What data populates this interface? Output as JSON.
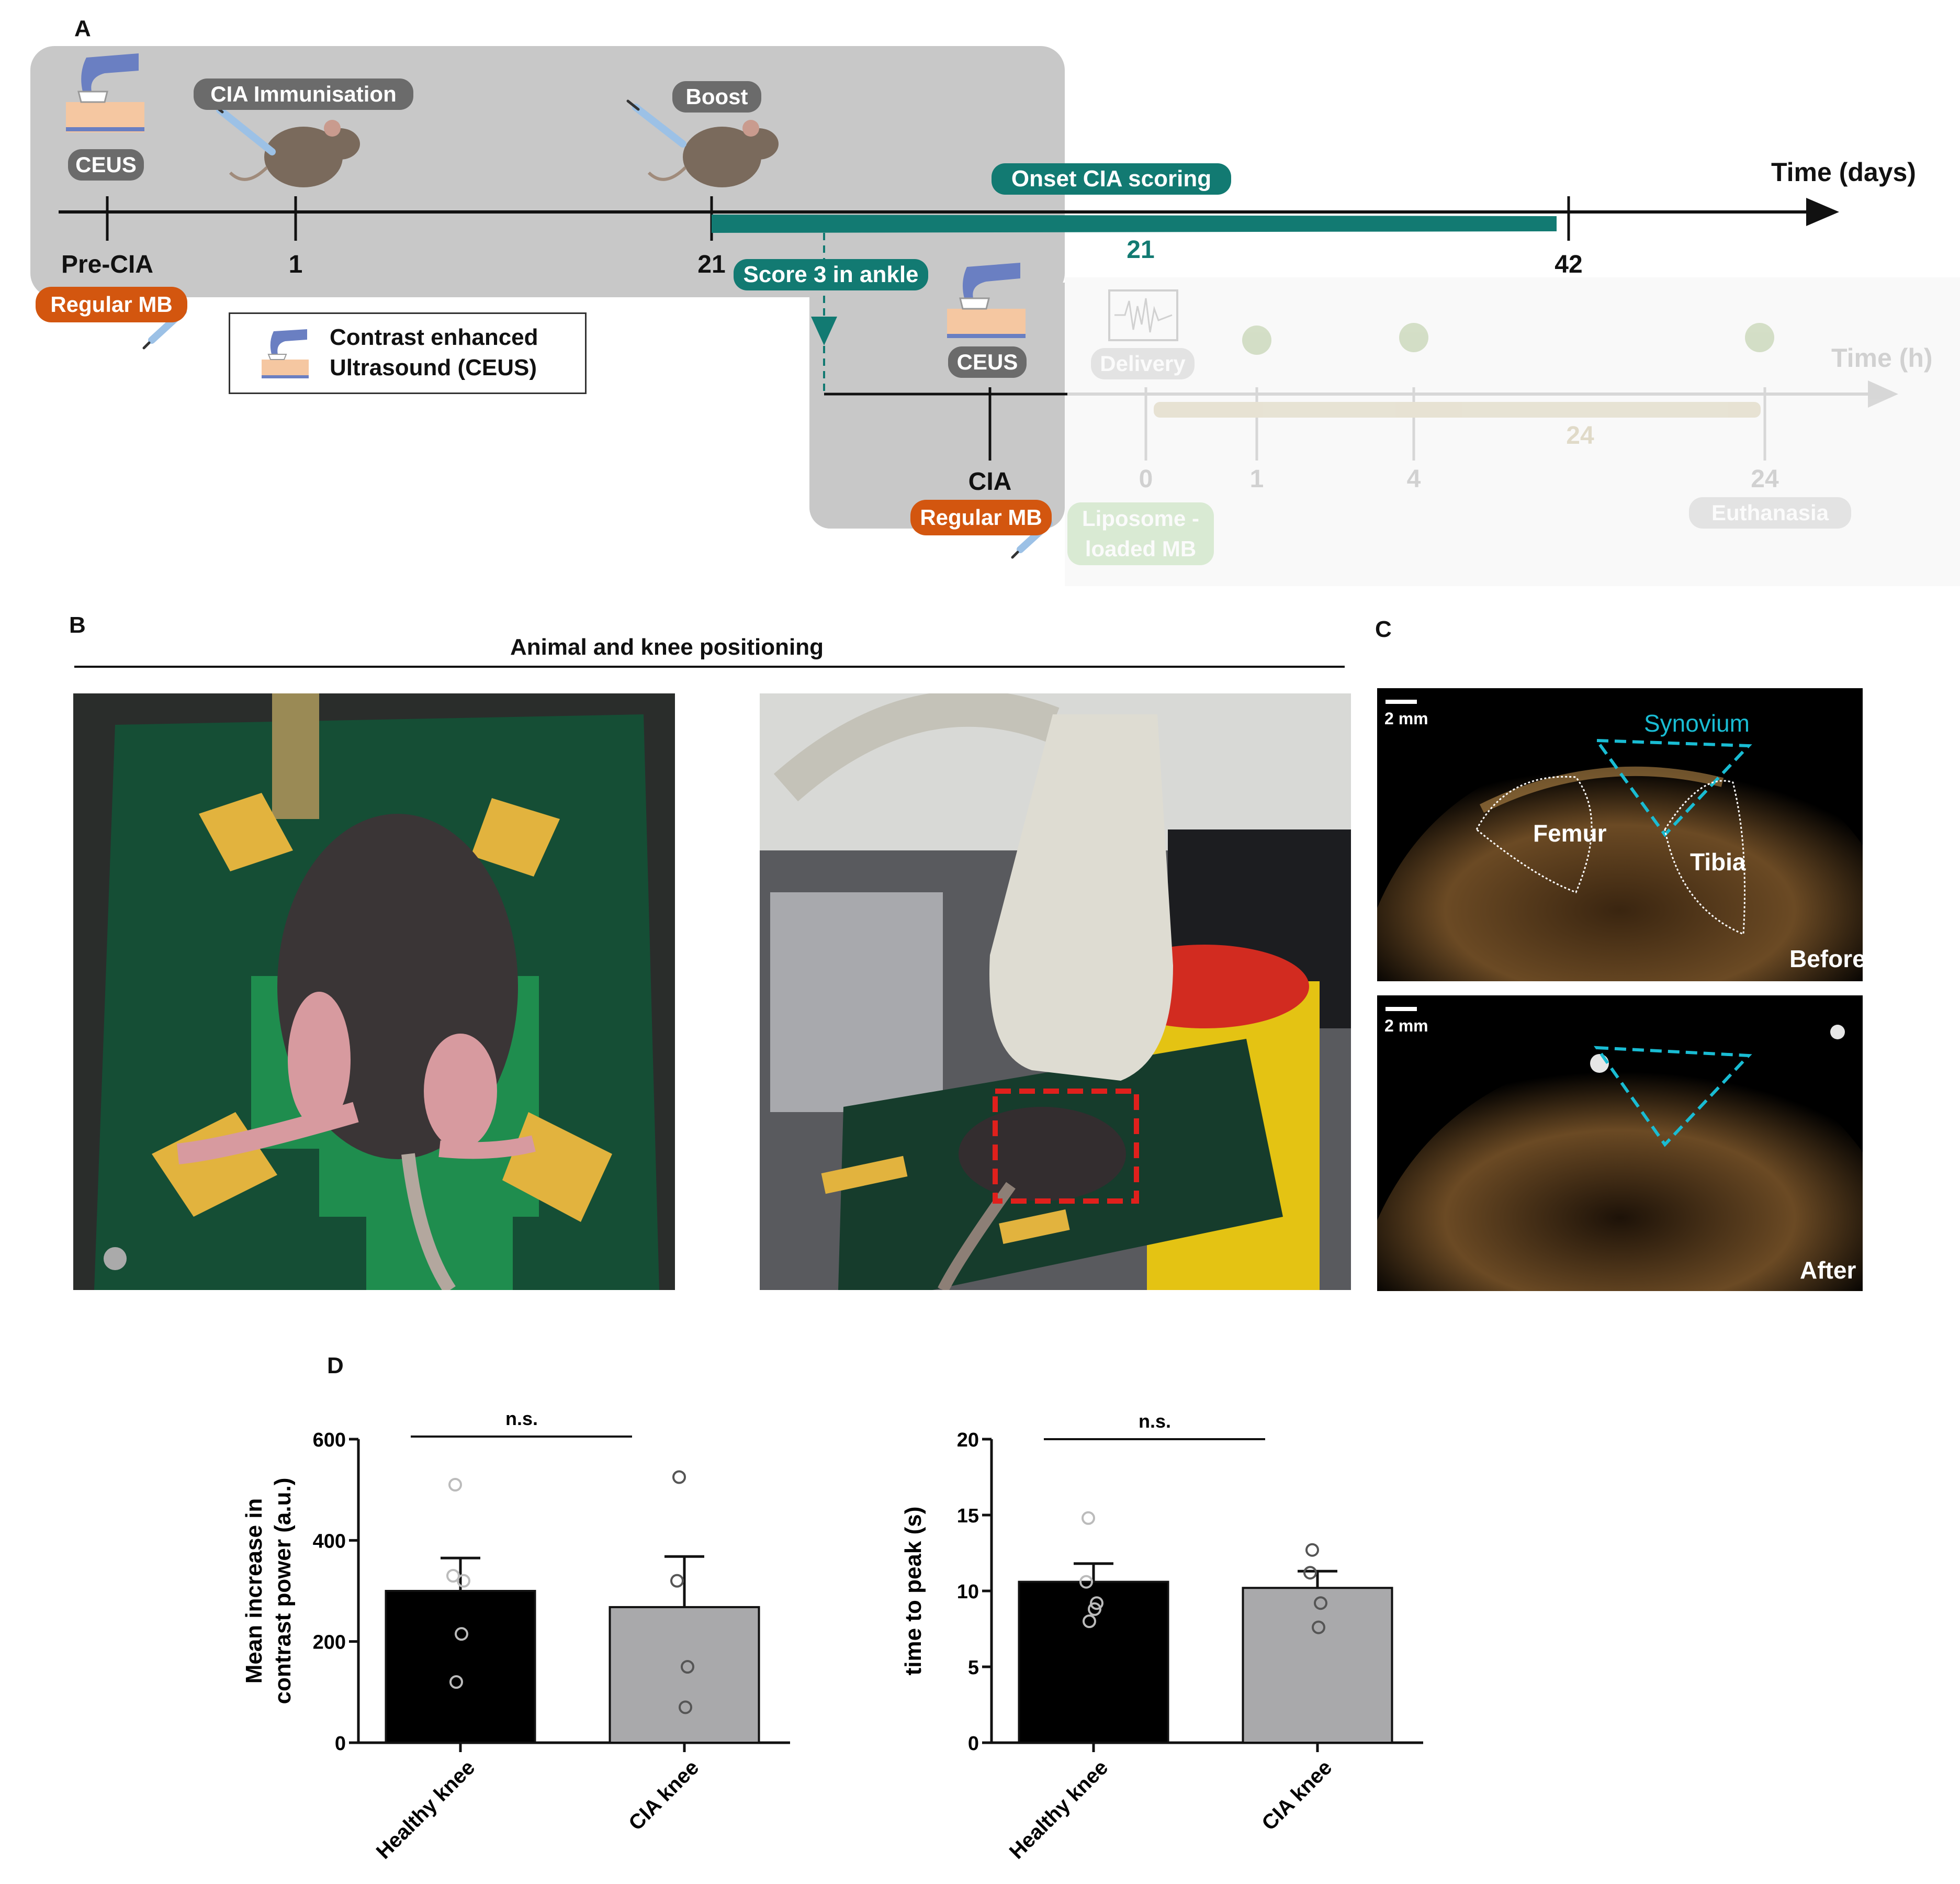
{
  "panel_a": {
    "letter": "A",
    "ceus_top": "CEUS",
    "cia_immunisation": "CIA Immunisation",
    "boost": "Boost",
    "onset": "Onset CIA scoring",
    "time_days": "Time (days)",
    "ticks": [
      "Pre-CIA",
      "1",
      "21",
      "42"
    ],
    "span_21": "21",
    "regular_mb_1": "Regular MB",
    "score3": "Score 3 in ankle",
    "legend_line1": "Contrast enhanced",
    "legend_line2": "Ultrasound (CEUS)",
    "ceus_cia": "CEUS",
    "cia": "CIA",
    "regular_mb_2": "Regular MB",
    "delivery": "Delivery",
    "time_h": "Time (h)",
    "h_ticks": [
      "0",
      "1",
      "4",
      "24"
    ],
    "span_24": "24",
    "liposome": "Liposome -loaded MB",
    "euthanasia": "Euthanasia"
  },
  "panel_b": {
    "letter": "B",
    "title": "Animal and knee positioning"
  },
  "panel_c": {
    "letter": "C",
    "scale": "2 mm",
    "synovium": "Synovium",
    "femur": "Femur",
    "tibia": "Tibia",
    "before": "Before",
    "after": "After"
  },
  "panel_d": {
    "letter": "D"
  },
  "chart_data": [
    {
      "type": "bar",
      "categories": [
        "Healthy knee",
        "CIA knee"
      ],
      "values": [
        300,
        268
      ],
      "errors": [
        65,
        100
      ],
      "points": [
        [
          510,
          330,
          320,
          215,
          120
        ],
        [
          525,
          320,
          150,
          70
        ]
      ],
      "colors": [
        "#000000",
        "#a9a9ab"
      ],
      "significance": "n.s.",
      "ylabel_line1": "Mean increase in",
      "ylabel_line2": "contrast power (a.u.)",
      "ylim": [
        0,
        600
      ],
      "yticks": [
        "0",
        "200",
        "400",
        "600"
      ]
    },
    {
      "type": "bar",
      "categories": [
        "Healthy knee",
        "CIA knee"
      ],
      "values": [
        10.6,
        10.2
      ],
      "errors": [
        1.2,
        1.1
      ],
      "points": [
        [
          14.8,
          10.6,
          9.2,
          8.8,
          8.0
        ],
        [
          12.7,
          11.2,
          9.2,
          7.6
        ]
      ],
      "colors": [
        "#000000",
        "#a9a9ab"
      ],
      "significance": "n.s.",
      "ylabel_line1": "time to peak (s)",
      "ylim": [
        0,
        20
      ],
      "yticks": [
        "0",
        "5",
        "10",
        "15",
        "20"
      ]
    }
  ]
}
